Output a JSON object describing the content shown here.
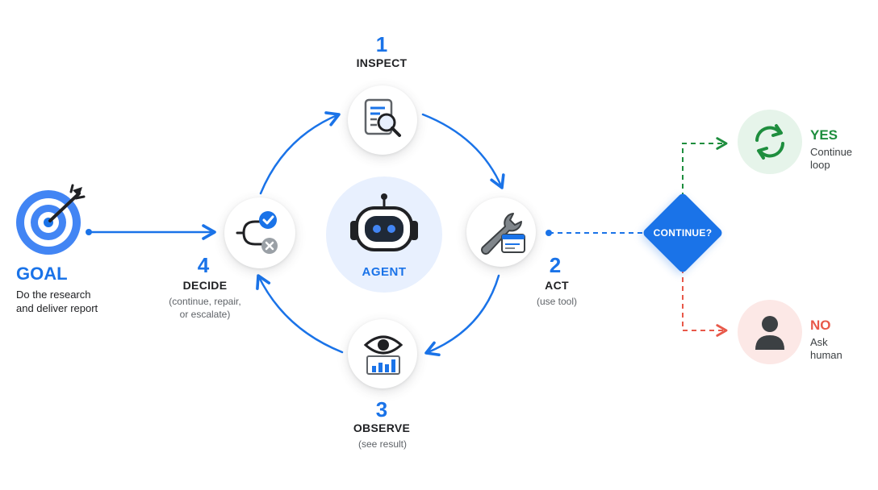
{
  "goal": {
    "title": "GOAL",
    "desc_line1": "Do the research",
    "desc_line2": "and deliver report",
    "icon": "target-icon"
  },
  "agent": {
    "label": "AGENT",
    "icon": "robot-icon"
  },
  "steps": {
    "inspect": {
      "number": "1",
      "label": "INSPECT",
      "icon": "document-search-icon"
    },
    "act": {
      "number": "2",
      "label": "ACT",
      "sub": "(use tool)",
      "icon": "wrench-window-icon"
    },
    "observe": {
      "number": "3",
      "label": "OBSERVE",
      "sub": "(see result)",
      "icon": "eye-chart-icon"
    },
    "decide": {
      "number": "4",
      "label": "DECIDE",
      "sub_line1": "(continue, repair,",
      "sub_line2": "or escalate)",
      "icon": "branch-check-icon"
    }
  },
  "decision": {
    "label": "CONTINUE?"
  },
  "yes": {
    "title": "YES",
    "desc_line1": "Continue",
    "desc_line2": "loop",
    "icon": "refresh-icon"
  },
  "no": {
    "title": "NO",
    "desc_line1": "Ask",
    "desc_line2": "human",
    "icon": "person-icon"
  },
  "colors": {
    "accent": "#1a73e8",
    "yes": "#1e8e3e",
    "yes_bg": "#e6f4ea",
    "no": "#e8594a",
    "no_bg": "#fce8e6",
    "agent_bg": "#e8f0fe"
  }
}
